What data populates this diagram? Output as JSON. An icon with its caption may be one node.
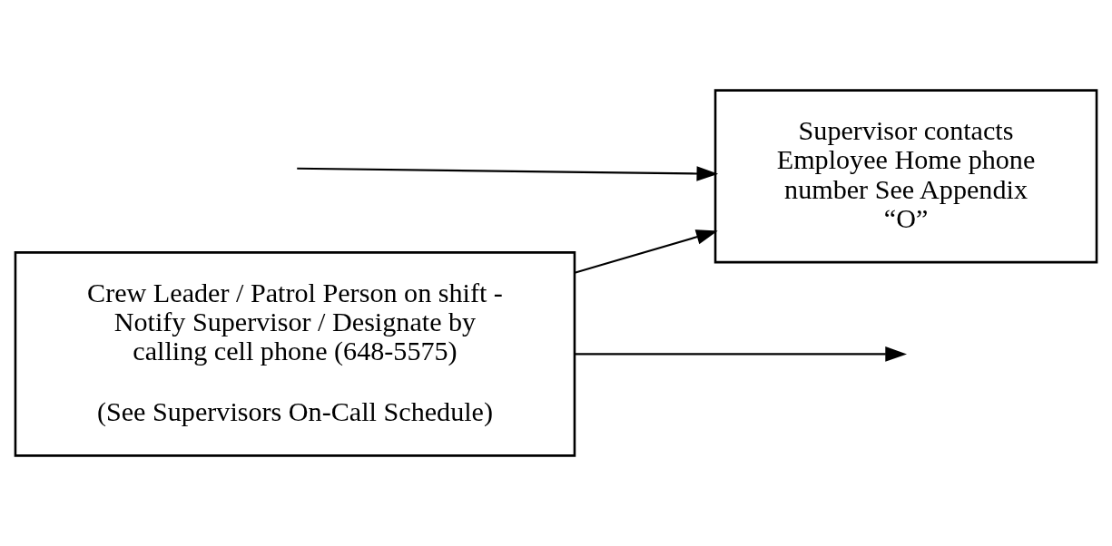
{
  "diagram": {
    "nodes": [
      {
        "text": [
          "Crew Leader / Patrol Person on shift - Notify Supervisor / Designate by calling cell phone (648-5575)",
          "(See Supervisors On-Call Schedule)"
        ]
      },
      {
        "text": [
          "Supervisor contacts Employee Home phone number See Appendix “O”"
        ]
      }
    ],
    "edges": [
      {
        "from": null,
        "to": 1,
        "arrow": "to"
      },
      {
        "from": 0,
        "to": 1,
        "arrow": "to"
      },
      {
        "from": 0,
        "to": null,
        "arrow": "to"
      }
    ]
  }
}
